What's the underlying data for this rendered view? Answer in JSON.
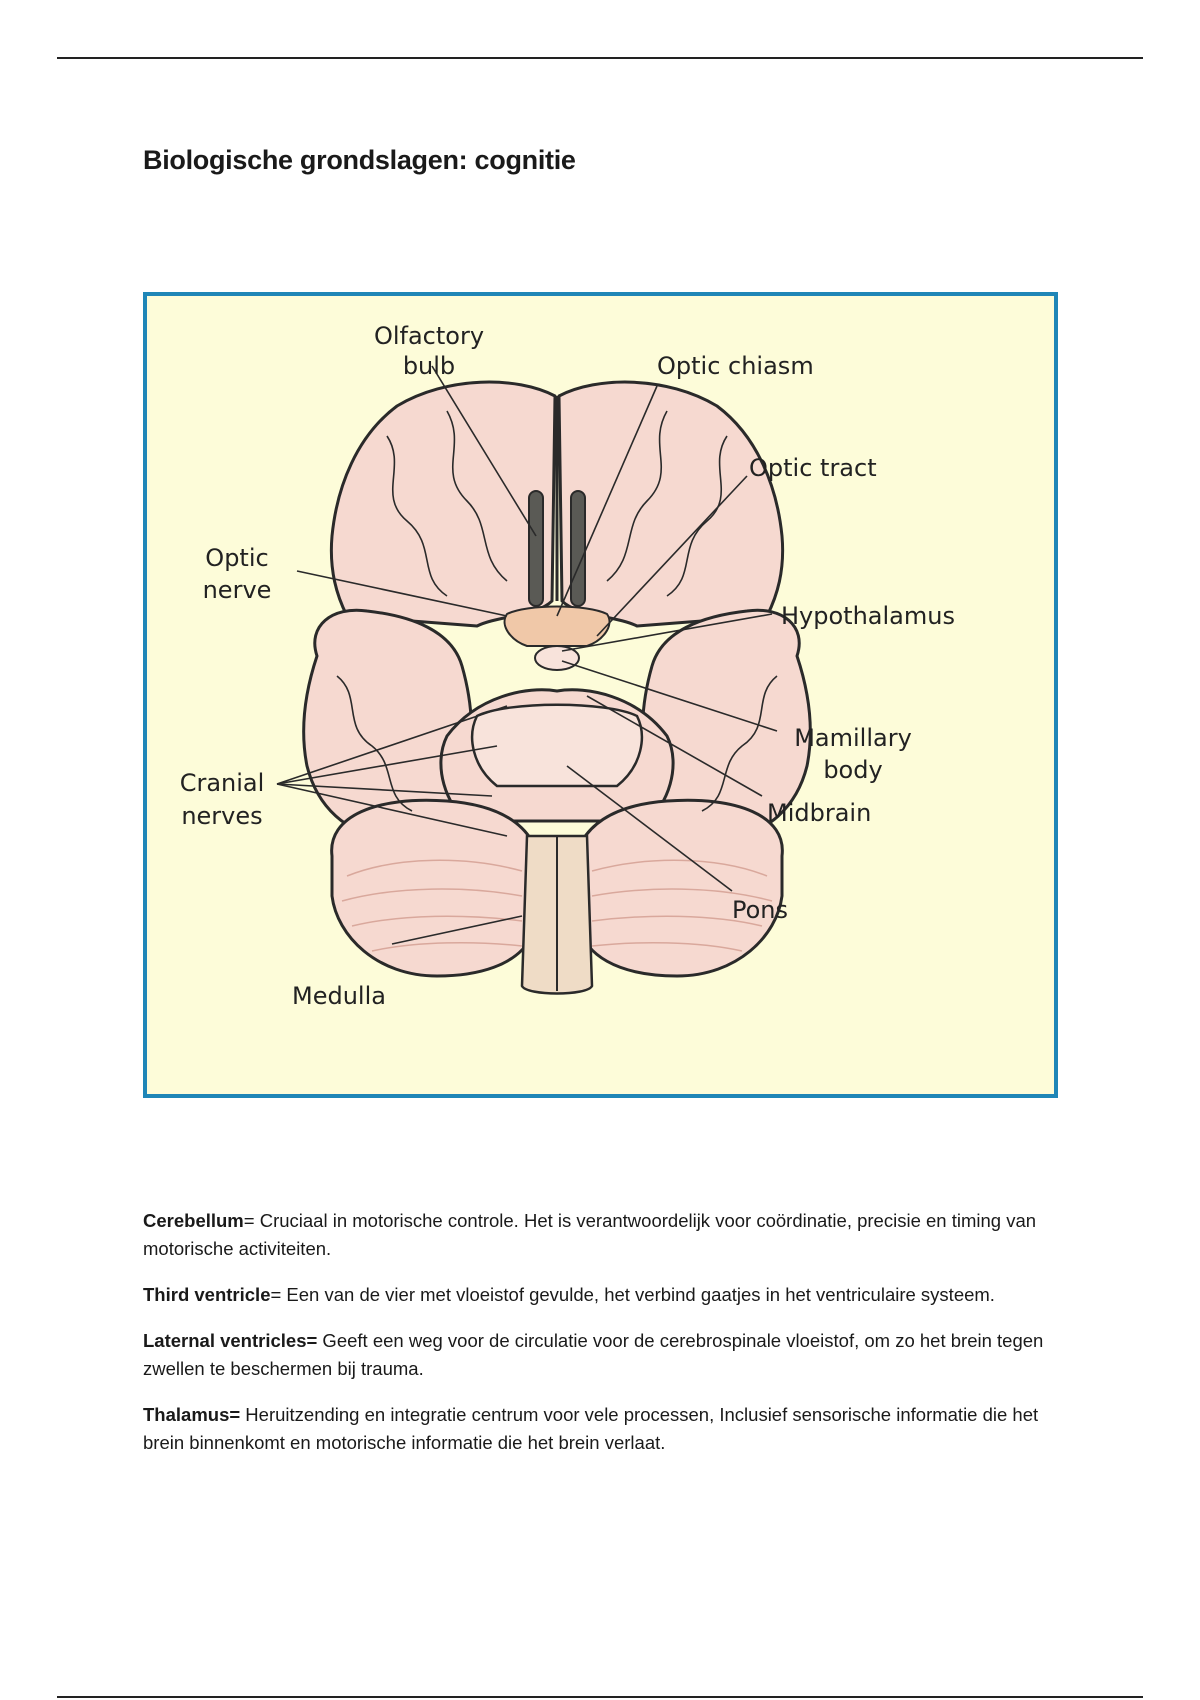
{
  "document": {
    "title": "Biologische grondslagen: cognitie"
  },
  "figure": {
    "colors": {
      "border": "#1f86b7",
      "background": "#fdfcd9",
      "brain": "#f6d9d0",
      "hypothalamus": "#f0c8a8",
      "outline": "#2a2a2a"
    },
    "labels": {
      "olfactory_bulb_1": "Olfactory",
      "olfactory_bulb_2": "bulb",
      "optic_chiasm": "Optic chiasm",
      "optic_tract": "Optic tract",
      "optic_nerve_1": "Optic",
      "optic_nerve_2": "nerve",
      "hypothalamus": "Hypothalamus",
      "mamillary_body_1": "Mamillary",
      "mamillary_body_2": "body",
      "cranial_nerves_1": "Cranial",
      "cranial_nerves_2": "nerves",
      "midbrain": "Midbrain",
      "pons": "Pons",
      "medulla": "Medulla"
    }
  },
  "definitions": [
    {
      "term": "Cerebellum",
      "text": "= Cruciaal in motorische controle. Het is verantwoordelijk voor coördinatie, precisie en timing van motorische activiteiten."
    },
    {
      "term": "Third ventricle",
      "text": "= Een van de vier met vloeistof gevulde, het verbind gaatjes in het ventriculaire systeem."
    },
    {
      "term": "Laternal ventricles=",
      "text": " Geeft een weg voor de circulatie voor de cerebrospinale vloeistof, om zo het brein tegen zwellen te beschermen bij trauma."
    },
    {
      "term": "Thalamus=",
      "text": " Heruitzending en integratie centrum voor vele processen, Inclusief sensorische informatie die het brein binnenkomt en motorische informatie die het brein verlaat."
    }
  ]
}
